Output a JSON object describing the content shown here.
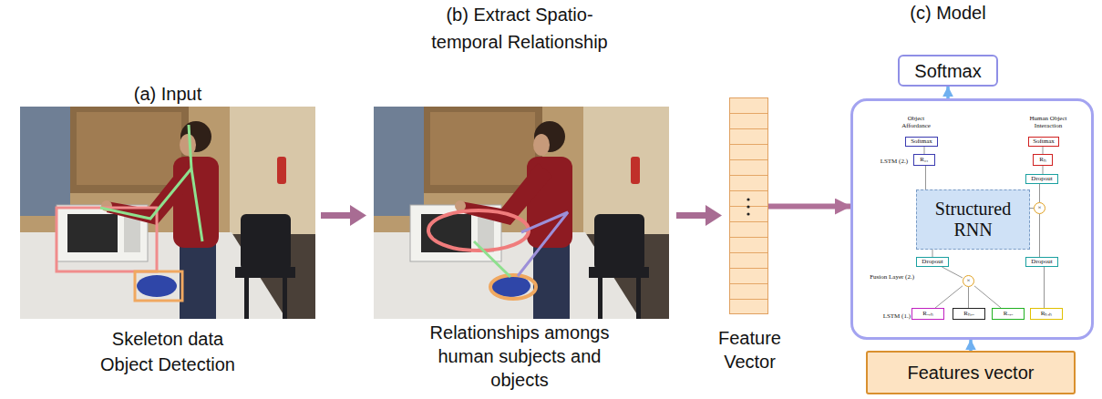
{
  "diagram": {
    "nodes": [
      {
        "text": [
          "Feature Vector"
        ]
      },
      {
        "text": [
          "Softmax"
        ]
      },
      {
        "text": [
          "Object Affordance",
          "Human Object Interaction",
          "LSTM (2.)",
          "Fusion Layer (2.)",
          "LSTM (1.)"
        ]
      },
      {
        "text": [
          "Softmax"
        ],
        "in": 2
      },
      {
        "text": [
          "Softmax"
        ],
        "in": 2
      },
      {
        "text": [
          "R₀₁"
        ],
        "in": 2
      },
      {
        "text": [
          "Rₕ"
        ],
        "in": 2
      },
      {
        "text": [
          "Dropout"
        ],
        "in": 2
      },
      {
        "text": [
          "Structured RNN"
        ],
        "in": 2
      },
      {
        "text": [
          "Dropout"
        ],
        "in": 2
      },
      {
        "text": [
          "Dropout"
        ],
        "in": 2
      },
      {
        "text": [
          "×"
        ],
        "in": 2
      },
      {
        "text": [
          "×"
        ],
        "in": 2
      },
      {
        "text": [
          "Rₒ,ₕ"
        ],
        "in": 2
      },
      {
        "text": [
          "Rₕ,ₒ"
        ],
        "in": 2
      },
      {
        "text": [
          "Rₒ,ₒ"
        ],
        "in": 2
      },
      {
        "text": [
          "Rₕ,ₕ"
        ],
        "in": 2
      },
      {
        "text": [
          "Features vector"
        ]
      }
    ],
    "edges": [
      {
        "from": 0,
        "to": 2,
        "arrow": "to"
      },
      {
        "from": 17,
        "to": 2,
        "arrow": "to"
      },
      {
        "from": 2,
        "to": 1,
        "arrow": "to"
      },
      {
        "from": 13,
        "to": 11,
        "arrow": "none"
      },
      {
        "from": 14,
        "to": 11,
        "arrow": "none"
      },
      {
        "from": 15,
        "to": 11,
        "arrow": "none"
      },
      {
        "from": 11,
        "to": 9,
        "arrow": "none"
      },
      {
        "from": 9,
        "to": 8,
        "arrow": "none"
      },
      {
        "from": 8,
        "to": 5,
        "arrow": "none"
      },
      {
        "from": 5,
        "to": 3,
        "arrow": "none"
      },
      {
        "from": 16,
        "to": 10,
        "arrow": "none"
      },
      {
        "from": 10,
        "to": 12,
        "arrow": "none"
      },
      {
        "from": 8,
        "to": 12,
        "arrow": "none"
      },
      {
        "from": 12,
        "to": 7,
        "arrow": "none"
      },
      {
        "from": 7,
        "to": 6,
        "arrow": "none"
      },
      {
        "from": 6,
        "to": 4,
        "arrow": "none"
      }
    ],
    "labels": [
      "(a) Input",
      "(b) Extract Spatio- temporal Relationship",
      "(c) Model",
      "Skeleton data Object Detection",
      "Relationships amongs human subjects and objects"
    ]
  }
}
